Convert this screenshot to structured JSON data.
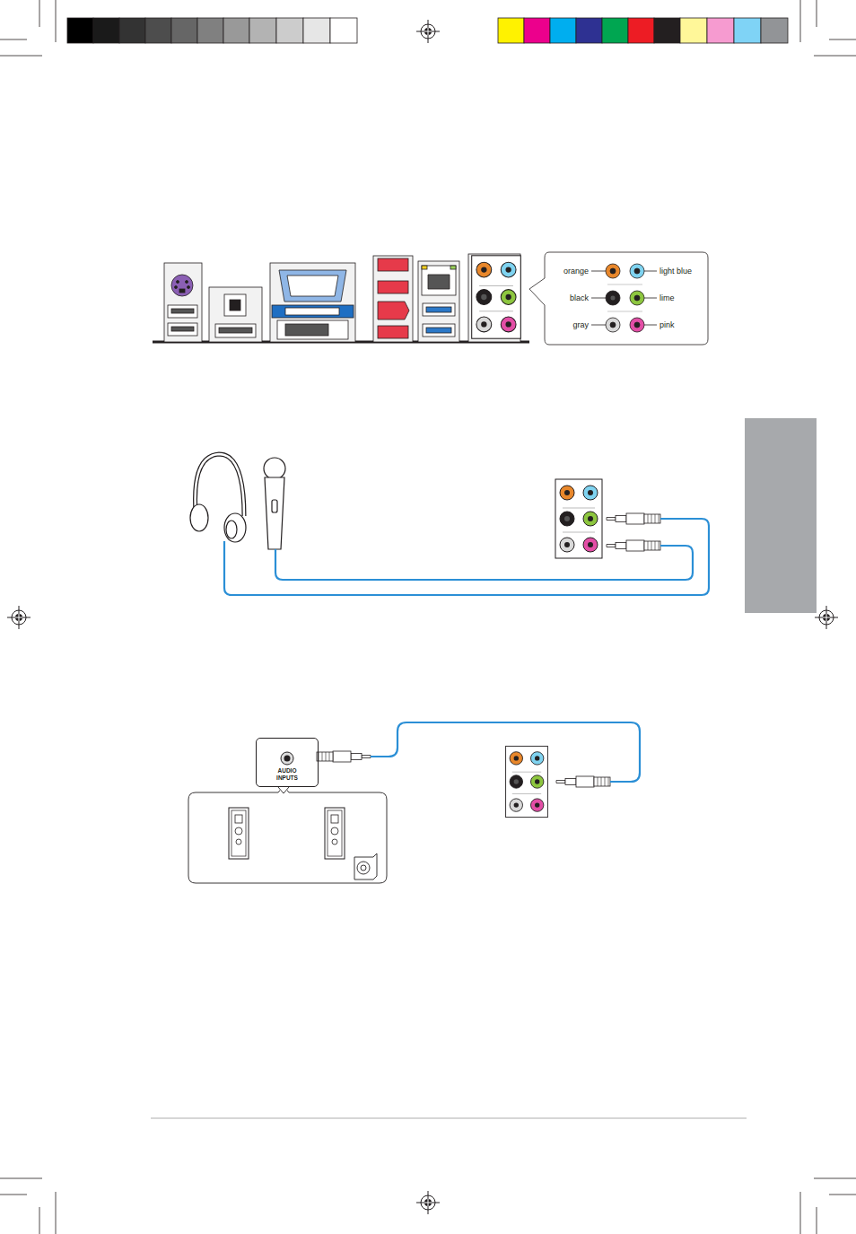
{
  "diagram": {
    "nodes": [
      {
        "text": [
          "AUDIO INPUTS"
        ]
      }
    ],
    "labels": [
      "orange",
      "light blue",
      "black",
      "lime",
      "gray",
      "pink"
    ]
  }
}
